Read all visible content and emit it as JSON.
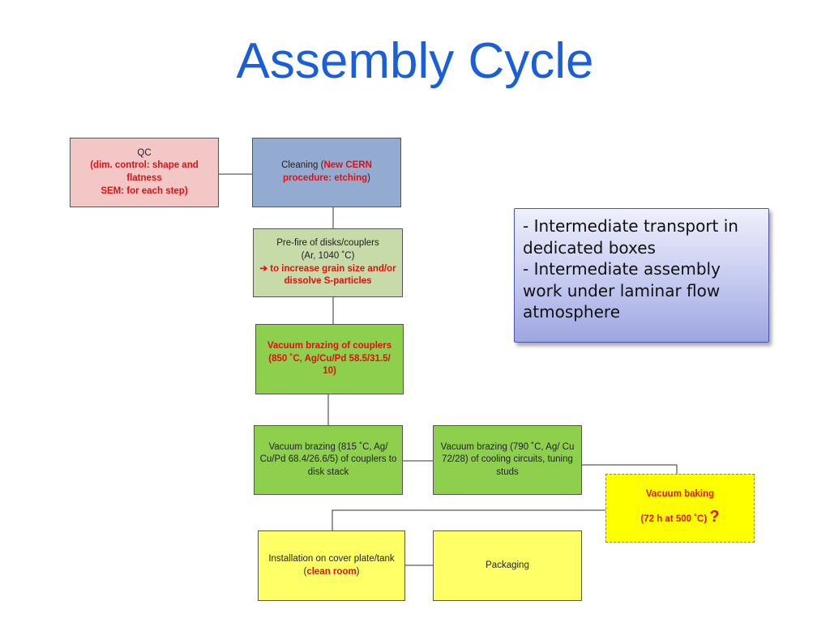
{
  "slide": {
    "title": "Assembly Cycle"
  },
  "qc": {
    "line1": "QC",
    "line2": "(dim. control: shape and flatness",
    "line3": "SEM: for each step)"
  },
  "cleaning": {
    "prefix": "Cleaning (",
    "highlight": "New CERN procedure: etching",
    "suffix": ")"
  },
  "prefire": {
    "line1": "Pre-fire of disks/couplers",
    "line2": "(Ar, 1040 ˚C)",
    "arrow": "➔",
    "highlight": " to increase grain size and/or dissolve S-particles"
  },
  "vac_couplers": {
    "text": "Vacuum brazing of couplers (850 ˚C, Ag/Cu/Pd 58.5/31.5/ 10)"
  },
  "vac_disk": {
    "text": "Vacuum brazing (815 ˚C, Ag/ Cu/Pd 68.4/26.6/5) of couplers to disk stack"
  },
  "vac_cooling": {
    "text": "Vacuum brazing (790 ˚C, Ag/ Cu 72/28) of cooling circuits, tuning studs"
  },
  "baking": {
    "line1": "Vacuum baking",
    "line2": "(72 h at 500 ˚C)",
    "question": "?"
  },
  "install": {
    "prefix": "Installation on cover plate/tank (",
    "highlight": "clean room",
    "suffix": ")"
  },
  "packaging": {
    "text": "Packaging"
  },
  "note": {
    "line1": "- Intermediate transport in dedicated boxes",
    "line2": "- Intermediate assembly work under laminar flow atmosphere"
  },
  "colors": {
    "title": "#1a5fd8",
    "highlight_red": "#e01010",
    "qc_fill": "#f4c7c7",
    "cleaning_fill": "#93abd1",
    "prefire_fill": "#c6dba7",
    "brazing_fill": "#8ed04e",
    "final_fill": "#ffff66",
    "baking_fill": "#ffff00"
  }
}
